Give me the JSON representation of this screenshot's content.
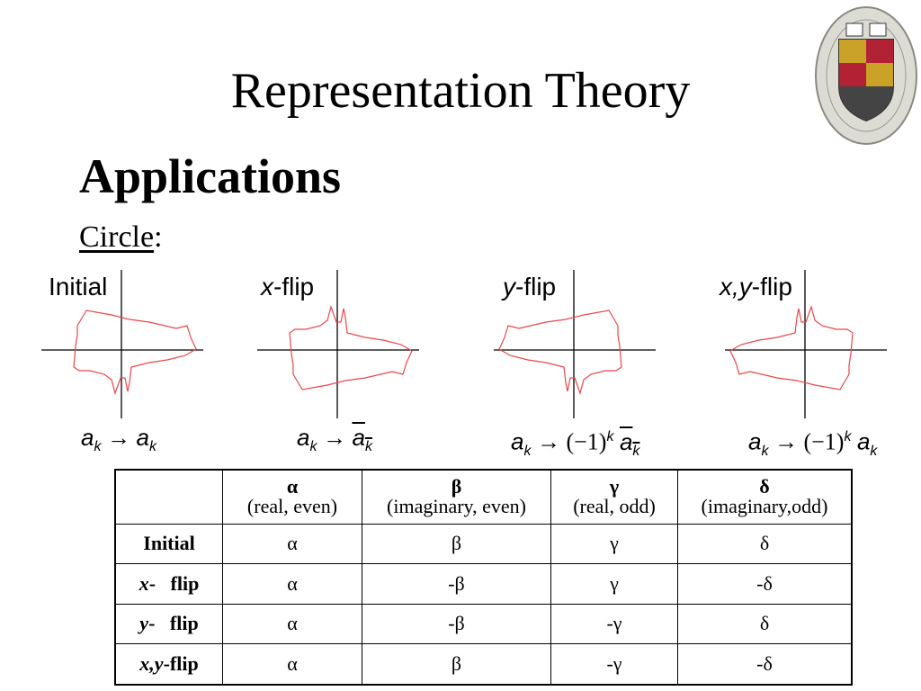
{
  "slide": {
    "title": "Representation Theory",
    "heading": "Applications",
    "circle_label": "Circle",
    "circle_colon": ":"
  },
  "panels": [
    {
      "label_main": "Initial",
      "label_italic": "",
      "label_rest": ""
    },
    {
      "label_main": "",
      "label_italic": "x",
      "label_rest": "-flip"
    },
    {
      "label_main": "",
      "label_italic": "y",
      "label_rest": "-flip"
    },
    {
      "label_main": "",
      "label_italic": "x,y",
      "label_rest": "-flip"
    }
  ],
  "formulas": [
    {
      "lhs": "a",
      "sub": "k",
      "arrow": "→",
      "sign": "",
      "exp": "",
      "rhs": "a",
      "rsub": "k",
      "conj": false
    },
    {
      "lhs": "a",
      "sub": "k",
      "arrow": "→",
      "sign": "",
      "exp": "",
      "rhs": "a",
      "rsub": "k",
      "conj": true
    },
    {
      "lhs": "a",
      "sub": "k",
      "arrow": "→",
      "sign": "(−1)",
      "exp": "k",
      "rhs": "a",
      "rsub": "k",
      "conj": true
    },
    {
      "lhs": "a",
      "sub": "k",
      "arrow": "→",
      "sign": "(−1)",
      "exp": "k",
      "rhs": "a",
      "rsub": "k",
      "conj": false
    }
  ],
  "table": {
    "columns": [
      {
        "symbol": "α",
        "desc": "(real, even)"
      },
      {
        "symbol": "β",
        "desc": "(imaginary, even)"
      },
      {
        "symbol": "γ",
        "desc": "(real, odd)"
      },
      {
        "symbol": "δ",
        "desc": "(imaginary,odd)"
      }
    ],
    "rows": [
      {
        "italic": "",
        "label": "Initial",
        "cells": [
          "α",
          "β",
          "γ",
          "δ"
        ]
      },
      {
        "italic": "x",
        "label": "-   flip",
        "cells": [
          "α",
          "-β",
          "γ",
          "-δ"
        ]
      },
      {
        "italic": "y",
        "label": "-   flip",
        "cells": [
          "α",
          "-β",
          "-γ",
          "δ"
        ]
      },
      {
        "italic": "x,y",
        "label": "-flip",
        "cells": [
          "α",
          "β",
          "-γ",
          "-δ"
        ]
      }
    ]
  },
  "colors": {
    "curve": "#e8474b",
    "axis": "#000000",
    "seal_gold": "#c9a227",
    "seal_red": "#b22234"
  },
  "icons": {
    "seal": "university-seal-icon"
  }
}
